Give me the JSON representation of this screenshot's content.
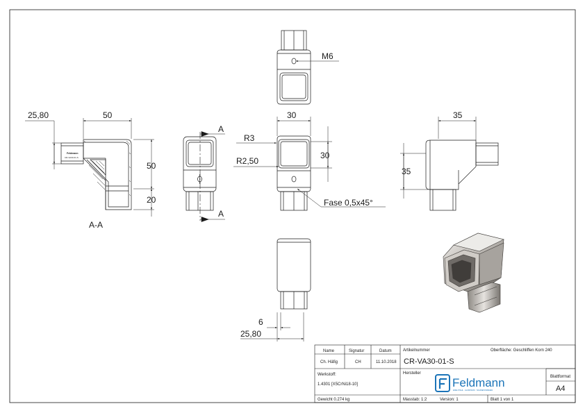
{
  "dimensions": {
    "section_width": "25,80",
    "section_length": "50",
    "section_height": "50",
    "section_bottom": "20",
    "front_width": "30",
    "front_height": "30",
    "radius_outer": "R3",
    "radius_inner": "R2,50",
    "chamfer": "Fase 0,5x45°",
    "thread": "M6",
    "right_width": "35",
    "right_height": "35",
    "bottom_insert": "6",
    "bottom_width": "25,80"
  },
  "section_labels": {
    "cut_top": "A",
    "cut_bottom": "A",
    "view_name": "A-A"
  },
  "part_marking": {
    "line1": "Feldmann",
    "line2": "CR-VA30-01-S"
  },
  "title_block": {
    "headers": {
      "name": "Name",
      "signature": "Signatur",
      "date": "Datum"
    },
    "row": {
      "name": "Ch. Häfig",
      "signature": "CH",
      "date": "11.10.2018"
    },
    "material_label": "Werkstoff:",
    "material_value": "1.4301 [X5CrNi18-10]",
    "weight": "Gewicht 0.274 kg",
    "article_label": "Artikelnummer",
    "article_number": "CR-VA30-01-S",
    "surface": "Oberfläche: Geschliffen Korn 240",
    "manufacturer_label": "Hersteller",
    "brand": "Feldmann",
    "brand_tagline": "EDELSTAHL · ALUMINIUM · SCHWEISSFREIEN",
    "scale": "Masstab: 1:2",
    "version": "Version: 1",
    "sheet": "Blatt 1 von 1",
    "format_label": "Blattformat",
    "format_value": "A4"
  },
  "colors": {
    "line": "#1a1a1a",
    "brand_blue": "#1b74b8",
    "steel_light": "#d9d7d4",
    "steel_dark": "#6b6864"
  }
}
